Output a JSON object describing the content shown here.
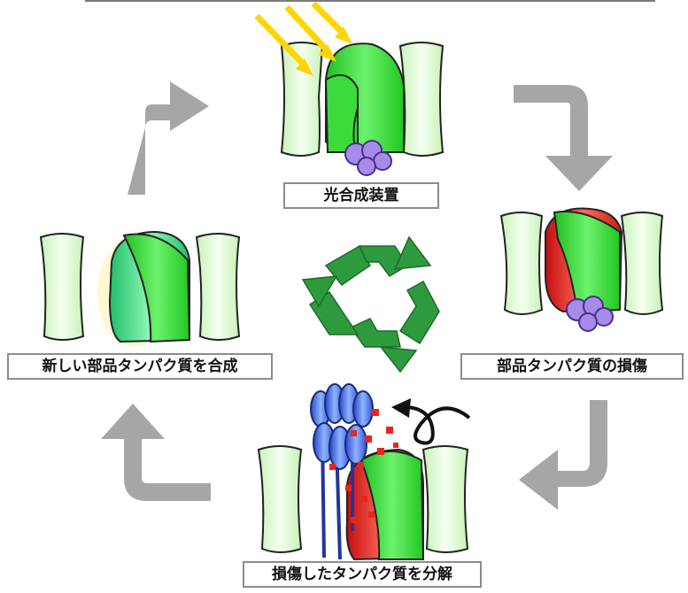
{
  "stages": {
    "top": "光合成装置",
    "right": "部品タンパク質の損傷",
    "bottom": "損傷したタンパク質を分解",
    "left": "新しい部品タンパク質を合成"
  },
  "icons": [
    "sunlight-arrows-icon",
    "recycle-icon",
    "curved-arrow-icon"
  ],
  "colors": {
    "light_green": "#e9fbdf",
    "bright_green": "#2fd62f",
    "teal_green": "#2ecc71",
    "damaged_red": "#e8261e",
    "violet": "#a78be8",
    "protease_blue": "#3b5fd6",
    "recycle_green": "#2e9a3e",
    "cycle_arrow_gray": "#a6a6a6",
    "sunlight_yellow": "#ffd400"
  }
}
